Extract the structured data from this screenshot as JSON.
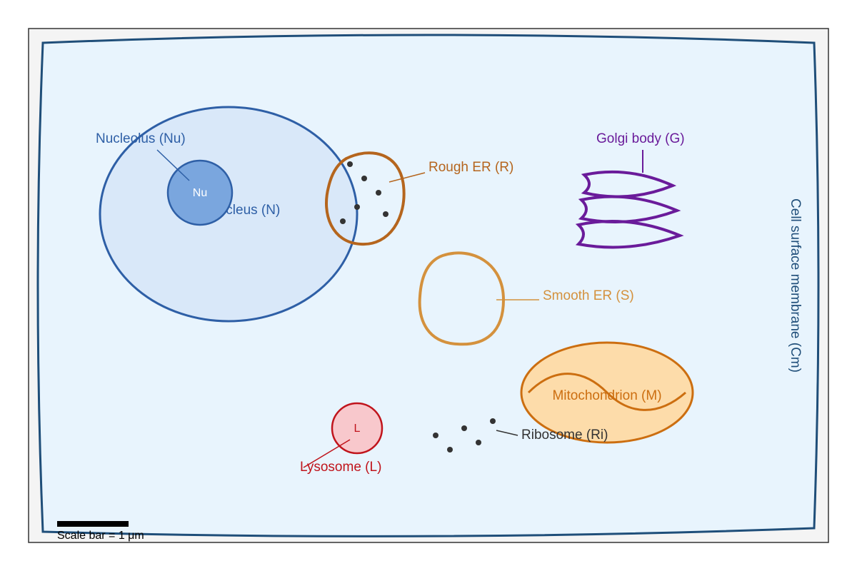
{
  "labels": {
    "nucleolus": "Nucleolus (Nu)",
    "nucleolus_short": "Nu",
    "nucleus": "Nucleus (N)",
    "rough_er": "Rough ER (R)",
    "golgi": "Golgi body (G)",
    "smooth_er": "Smooth ER (S)",
    "mitochondrion": "Mitochondrion (M)",
    "lysosome": "Lysosome (L)",
    "lysosome_short": "L",
    "ribosome": "Ribosome (Ri)",
    "membrane": "Cell surface membrane (Cm)",
    "scale": "Scale bar = 1 μm"
  },
  "colors": {
    "membrane": "#1f4e79",
    "cytoplasm": "#e8f4fd",
    "nucleus_stroke": "#2e5fa6",
    "nucleus_fill": "#d9e8f9",
    "nucleolus_fill": "#7aa6de",
    "rough_er": "#b5651d",
    "smooth_er": "#d4913d",
    "golgi": "#6a1b9a",
    "mito_stroke": "#cc6e10",
    "mito_fill": "#fddcaa",
    "lysosome_stroke": "#c0141c",
    "lysosome_fill": "#f8c8cc",
    "ribosome": "#333333"
  }
}
